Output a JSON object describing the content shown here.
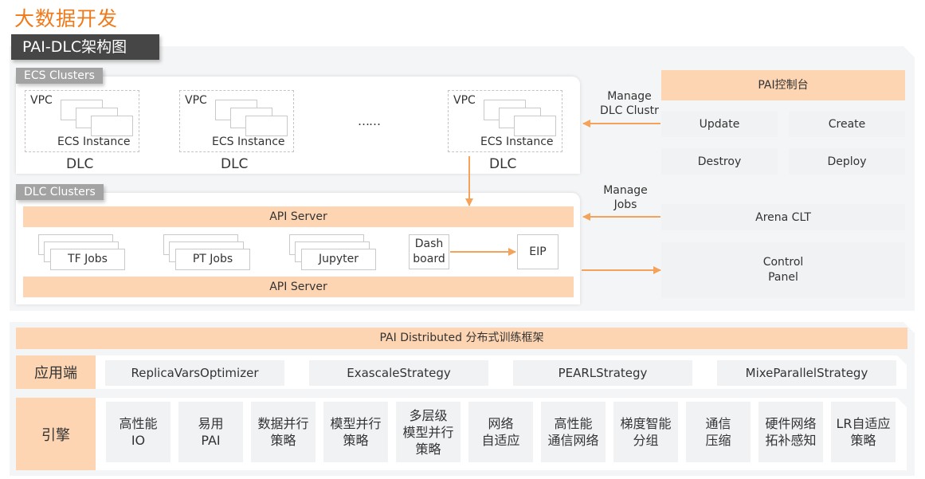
{
  "header": {
    "page_title": "大数据开发",
    "section_title": "PAI-DLC架构图"
  },
  "ecs_clusters": {
    "tag": "ECS Clusters",
    "ellipsis": "……",
    "groups": [
      {
        "vpc": "VPC",
        "instance": "ECS Instance",
        "name": "DLC"
      },
      {
        "vpc": "VPC",
        "instance": "ECS Instance",
        "name": "DLC"
      },
      {
        "vpc": "VPC",
        "instance": "ECS Instance",
        "name": "DLC"
      }
    ]
  },
  "dlc_clusters": {
    "tag": "DLC Clusters",
    "api_server_top": "API Server",
    "api_server_bottom": "API Server",
    "jobs": [
      "TF Jobs",
      "PT Jobs",
      "Jupyter"
    ],
    "dashboard": "Dash\nboard",
    "eip": "EIP"
  },
  "connectors": {
    "manage_dlc": "Manage\nDLC Clustr",
    "manage_jobs": "Manage\nJobs"
  },
  "console": {
    "title": "PAI控制台",
    "actions": [
      "Update",
      "Create",
      "Destroy",
      "Deploy"
    ],
    "arena": "Arena CLT",
    "control_panel": "Control\nPanel"
  },
  "framework": {
    "title": "PAI Distributed 分布式训练框架",
    "app_label": "应用端",
    "app_items": [
      "ReplicaVarsOptimizer",
      "ExascaleStrategy",
      "PEARLStrategy",
      "MixeParallelStrategy"
    ],
    "engine_label": "引擎",
    "engine_items": [
      "高性能\nIO",
      "易用\nPAI",
      "数据并行\n策略",
      "模型并行\n策略",
      "多层级\n模型并行\n策略",
      "网络\n自适应",
      "高性能\n通信网络",
      "梯度智能\n分组",
      "通信\n压缩",
      "硬件网络\n拓补感知",
      "LR自适应\n策略"
    ]
  },
  "colors": {
    "accent_orange": "#f07a1a",
    "peach": "#fdd5b2",
    "arrow": "#f5a35a",
    "cell_grey": "#f0f2f4",
    "title_dark": "#464646",
    "tag_grey": "#a3a3a3"
  }
}
